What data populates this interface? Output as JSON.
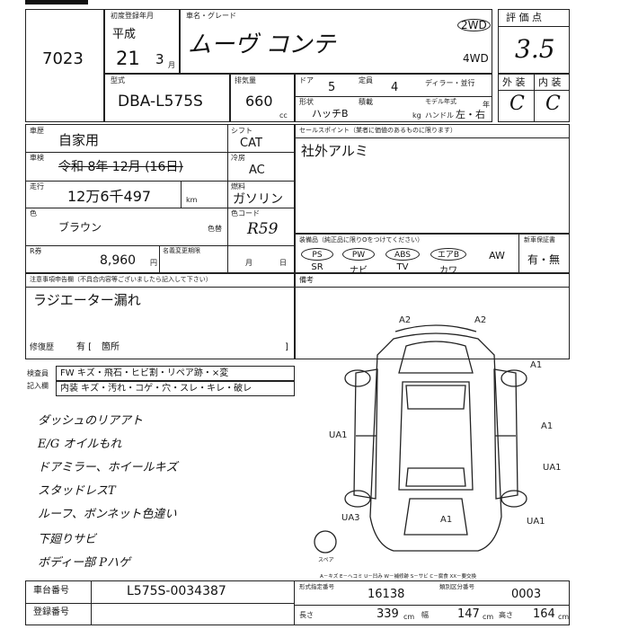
{
  "header": {
    "lot_number": "7023",
    "first_reg_label": "初度登録年月",
    "era": "平成",
    "year": "21",
    "month": "3",
    "month_unit": "月",
    "name_grade_label": "車名・グレード",
    "car_name": "ムーヴ コンテ",
    "drive_2wd": "2WD",
    "drive_4wd": "4WD",
    "score_label": "評 価 点",
    "score": "3.5"
  },
  "spec": {
    "model_label": "型式",
    "model": "DBA-L575S",
    "displacement_label": "排気量",
    "displacement": "660",
    "displacement_unit": "cc",
    "doors_label": "ドア",
    "doors": "5",
    "capacity_label": "定員",
    "capacity": "4",
    "dealer_label": "ディラー・並行",
    "shape_label": "形状",
    "shape": "ハッチB",
    "load_label": "積載",
    "load_unit": "kg",
    "model_year_label": "モデル年式",
    "year_unit": "年",
    "handle_label": "ハンドル",
    "handle": "左・右",
    "exterior_label": "外 装",
    "interior_label": "内 装",
    "exterior_grade": "C",
    "interior_grade": "C"
  },
  "details": {
    "usage_label": "車歴",
    "usage": "自家用",
    "shift_label": "シフト",
    "shift": "CAT",
    "inspection_label": "車検",
    "inspection": "令和 8年 12月 (16日)",
    "ac_label": "冷房",
    "ac": "AC",
    "mileage_label": "走行",
    "mileage": "12万6千497",
    "mileage_unit": "km",
    "fuel_label": "燃料",
    "fuel": "ガソリン",
    "color_label": "色",
    "color": "ブラウン",
    "color_change_label": "色替",
    "color_code_label": "色コード",
    "color_code": "R59",
    "recycle_label": "R券",
    "recycle": "8,960",
    "recycle_unit": "円",
    "name_change_label": "名義変更期限",
    "month_unit": "月",
    "day_unit": "日"
  },
  "selling_points": {
    "label": "セールスポイント（業者に価値のあるものに限ります）",
    "text": "社外アルミ"
  },
  "equipment": {
    "label": "装備品（純正品に限りOをつけてください）",
    "new_car_warranty_label": "新車保証書",
    "warranty_value": "有・無",
    "items": [
      {
        "top": "PS",
        "bottom": "SR"
      },
      {
        "top": "PW",
        "bottom": "ナビ"
      },
      {
        "top": "ABS",
        "bottom": "TV"
      },
      {
        "top": "エアB",
        "bottom": "カワ"
      },
      {
        "top": "AW",
        "bottom": ""
      }
    ]
  },
  "notes": {
    "label": "注意事項申告欄（不具合内容等ございましたら記入して下さい）",
    "text": "ラジエーター漏れ",
    "repair_label": "修復歴",
    "repair_value": "有 [",
    "repair_unit": "箇所",
    "remarks_label": "備考",
    "close_bracket": "]"
  },
  "inspector": {
    "label1": "検査員",
    "label2": "記入欄",
    "row1": "FW キズ・飛石・ヒビ割・リペア跡・×変",
    "row2": "内装 キズ・汚れ・コゲ・穴・スレ・キレ・破レ"
  },
  "handwritten": [
    "ダッシュのリアアト",
    "E/G オイルもれ",
    "ドアミラー、ホイールキズ",
    "スタッドレスT",
    "ルーフ、ボンネット色違い",
    "下廻りサビ",
    "ボディー部 Pハゲ"
  ],
  "diagram": {
    "marks": [
      "A2",
      "A2",
      "A1",
      "UA1",
      "A1",
      "UA1",
      "UA3",
      "A1",
      "UA1"
    ],
    "spare_label": "スペア",
    "legend": "A－キズ  E－ヘコミ  U－凹み  W－補修跡  S－サビ  C－腐食  XX－要交換"
  },
  "footer": {
    "chassis_label": "車台番号",
    "chassis": "L575S-0034387",
    "reg_label": "登録番号",
    "cert_label": "形式指定番号",
    "cert_sub": "類別区分番号",
    "cert_number": "16138",
    "class_number": "0003",
    "length_label": "長さ",
    "length": "339",
    "width_label": "幅",
    "width": "147",
    "height_label": "高さ",
    "height": "164",
    "unit": "cm"
  }
}
